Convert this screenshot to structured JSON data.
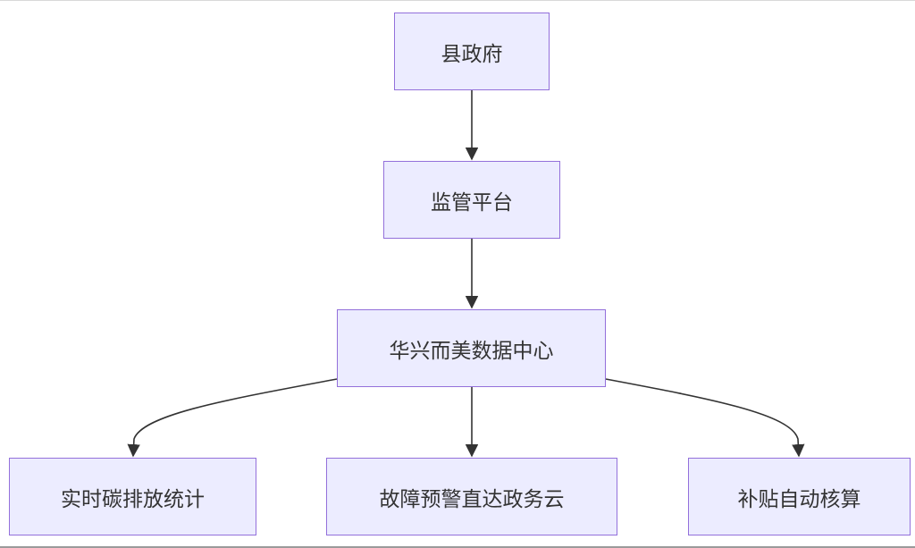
{
  "diagram": {
    "type": "flowchart",
    "direction": "top-down",
    "colors": {
      "node_fill": "#ececff",
      "node_border": "#9370db",
      "edge": "#333333",
      "text": "#333333"
    },
    "nodes": {
      "county_government": "县政府",
      "monitoring_platform": "监管平台",
      "data_center": "华兴而美数据中心",
      "carbon_statistics": "实时碳排放统计",
      "fault_alert": "故障预警直达政务云",
      "subsidy_accounting": "补贴自动核算"
    },
    "edges": [
      {
        "from": "county_government",
        "to": "monitoring_platform"
      },
      {
        "from": "monitoring_platform",
        "to": "data_center"
      },
      {
        "from": "data_center",
        "to": "carbon_statistics"
      },
      {
        "from": "data_center",
        "to": "fault_alert"
      },
      {
        "from": "data_center",
        "to": "subsidy_accounting"
      }
    ]
  }
}
